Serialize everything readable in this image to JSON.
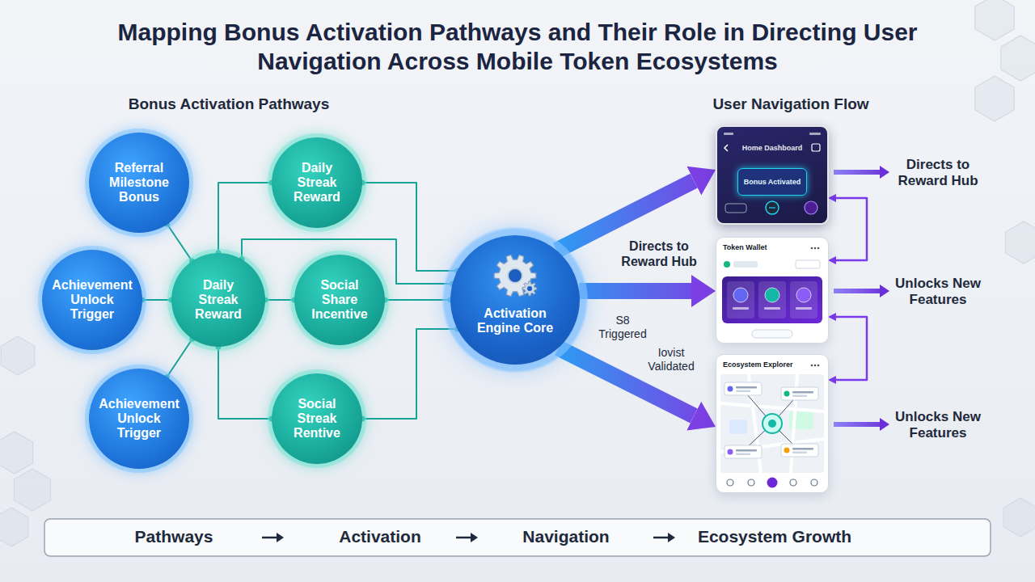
{
  "diagram": {
    "title": "Mapping Bonus Activation Pathways and Their Role in Directing User Navigation Across Mobile Token Ecosystems",
    "nodes": [
      {
        "text": [
          "Referral Milestone Bonus"
        ]
      },
      {
        "text": [
          "Achievement Unlock Trigger"
        ]
      },
      {
        "text": [
          "Achievement Unlock Trigger"
        ]
      },
      {
        "text": [
          "Daily Streak Reward"
        ]
      },
      {
        "text": [
          "Daily Streak Reward"
        ]
      },
      {
        "text": [
          "Social Share Incentive"
        ]
      },
      {
        "text": [
          "Social Streak Rentive"
        ]
      },
      {
        "text": [
          "Activation Engine Core"
        ]
      },
      {
        "text": [
          "Home Dashboard"
        ]
      },
      {
        "text": [
          "Bonus Activated"
        ],
        "in": 8
      },
      {
        "text": [
          "Token Wallet"
        ]
      },
      {
        "text": [
          "Ecosystem Explorer"
        ]
      }
    ],
    "edges": [
      {
        "from": 0,
        "to": 3,
        "arrow": "none"
      },
      {
        "from": 1,
        "to": 3,
        "arrow": "none"
      },
      {
        "from": 2,
        "to": 3,
        "arrow": "none"
      },
      {
        "from": 3,
        "to": 4,
        "arrow": "none"
      },
      {
        "from": 3,
        "to": 5,
        "arrow": "none"
      },
      {
        "from": 3,
        "to": 6,
        "arrow": "none"
      },
      {
        "from": 4,
        "to": 7,
        "arrow": "none"
      },
      {
        "from": 3,
        "to": 7,
        "arrow": "none"
      },
      {
        "from": 5,
        "to": 7,
        "arrow": "none"
      },
      {
        "from": 6,
        "to": 7,
        "arrow": "none"
      },
      {
        "from": 7,
        "to": 8,
        "arrow": "to"
      },
      {
        "from": 7,
        "to": 10,
        "arrow": "to"
      },
      {
        "from": 7,
        "to": 11,
        "arrow": "to"
      },
      {
        "from": 10,
        "to": 8,
        "arrow": "both"
      },
      {
        "from": 11,
        "to": 10,
        "arrow": "both"
      }
    ],
    "labels": [
      "Bonus Activation Pathways",
      "User Navigation Flow",
      "Directs to Reward Hub",
      "S8 Triggered",
      "Iovist Validated",
      "Directs to Reward Hub",
      "Unlocks New Features",
      "Unlocks New Features",
      "Pathways",
      "Activation",
      "Navigation",
      "Ecosystem Growth"
    ]
  }
}
